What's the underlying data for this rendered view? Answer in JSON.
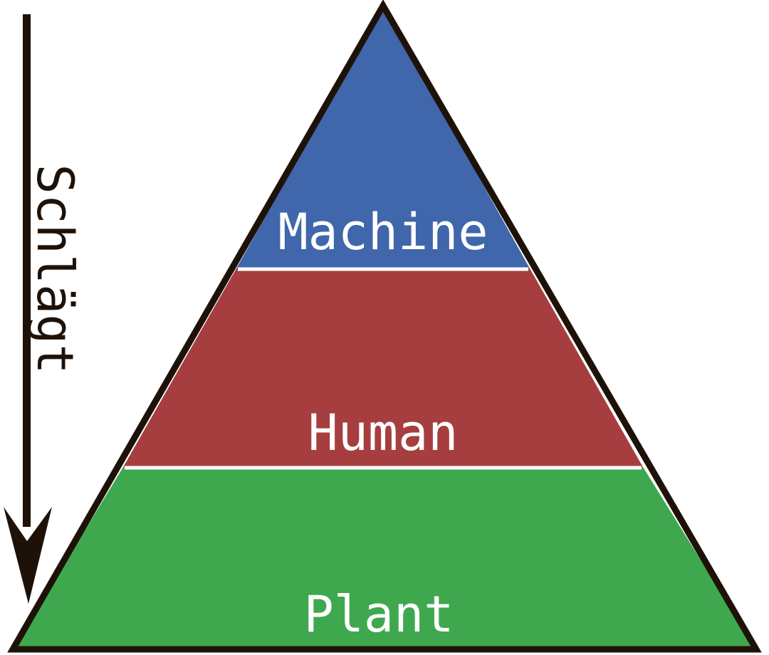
{
  "arrow": {
    "label": "Schlägt",
    "color": "#1e1208"
  },
  "pyramid": {
    "outline_color": "#1e1208",
    "tiers": [
      {
        "label": "Machine",
        "color": "#4066ab"
      },
      {
        "label": "Human",
        "color": "#a63e3f"
      },
      {
        "label": "Plant",
        "color": "#3fa84f"
      }
    ]
  }
}
